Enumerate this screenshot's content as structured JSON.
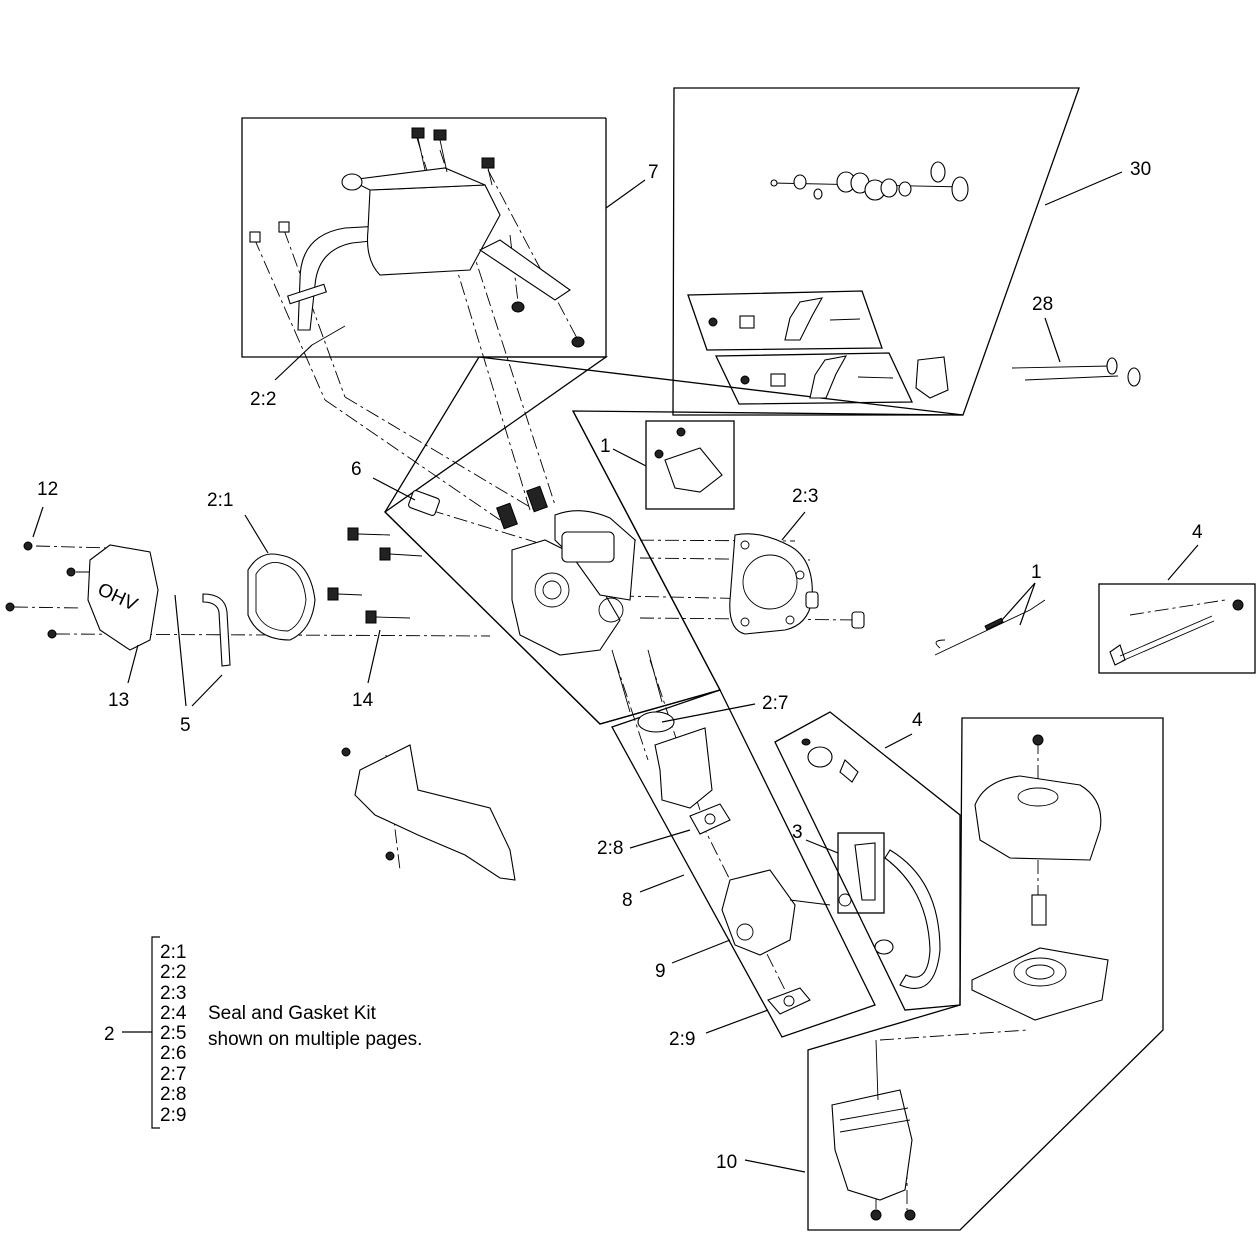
{
  "callouts": {
    "c7": "7",
    "c30": "30",
    "c28": "28",
    "c2_2": "2:2",
    "c1_top": "1",
    "c6": "6",
    "c2_1": "2:1",
    "c2_3": "2:3",
    "c12": "12",
    "c4_right": "4",
    "c1_right": "1",
    "c13": "13",
    "c5": "5",
    "c14": "14",
    "c2_7": "2:7",
    "c4_mid": "4",
    "c3": "3",
    "c2_8": "2:8",
    "c8": "8",
    "c9": "9",
    "c2_9": "2:9",
    "c10": "10",
    "c2": "2"
  },
  "kit_list": [
    "2:1",
    "2:2",
    "2:3",
    "2:4",
    "2:5",
    "2:6",
    "2:7",
    "2:8",
    "2:9"
  ],
  "kit_note": {
    "line1": "Seal and Gasket Kit",
    "line2": "shown on multiple pages."
  },
  "cover_emboss": "OHV"
}
